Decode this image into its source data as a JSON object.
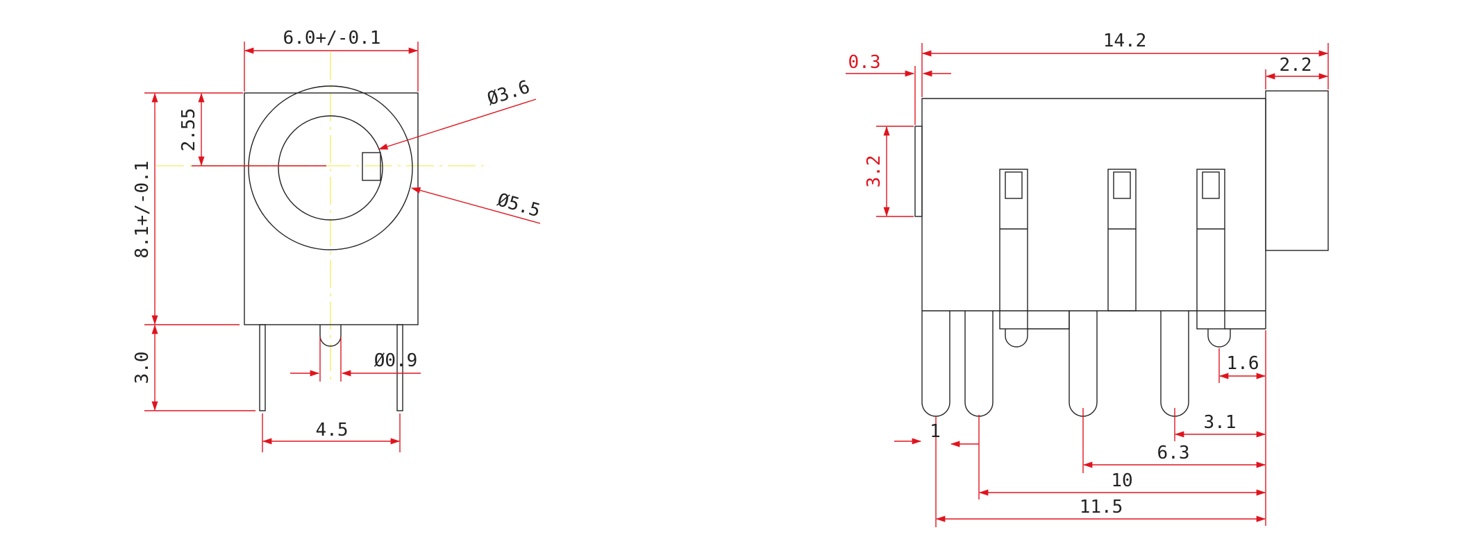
{
  "colors": {
    "body": "#222222",
    "dimension": "#e0141e",
    "centerline": "#f4f07a",
    "background": "#ffffff"
  },
  "front_view": {
    "width_label": "6.0+/-0.1",
    "height_label": "8.1+/-0.1",
    "center_height_label": "2.55",
    "inner_diameter_label": "Ø3.6",
    "outer_diameter_label": "Ø5.5",
    "pin_diameter_label": "Ø0.9",
    "pin_length_label": "3.0",
    "pin_spacing_label": "4.5"
  },
  "side_view": {
    "length_label": "14.2",
    "offset_label": "0.3",
    "nut_length_label": "2.2",
    "boss_height_label": "3.2",
    "pin_width_label": "1",
    "pin_offset_label": "1.6",
    "dim_3_1": "3.1",
    "dim_6_3": "6.3",
    "dim_10": "10",
    "dim_11_5": "11.5"
  }
}
